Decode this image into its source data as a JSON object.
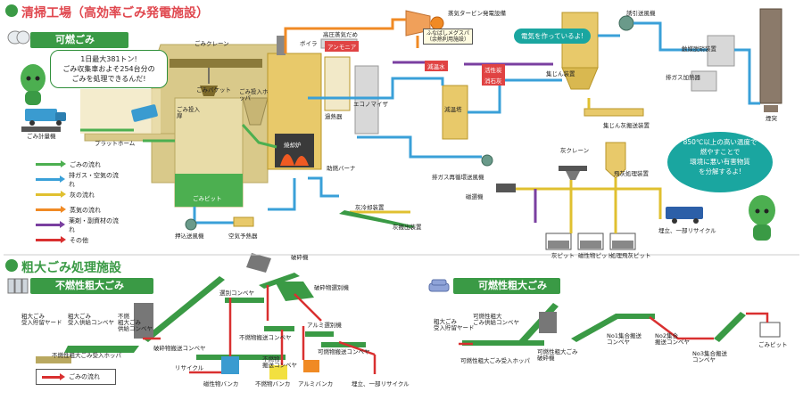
{
  "colors": {
    "accent": "#e0484f",
    "section_green": "#3a9a45",
    "flow_green": "#4caf50",
    "flow_blue": "#3aa0d8",
    "flow_yellow": "#e0c030",
    "flow_orange": "#f08a24",
    "flow_purple": "#7a3fa0",
    "flow_red": "#d93030",
    "building": "#d9c98a"
  },
  "header": {
    "title": "清掃工場（高効率ごみ発電施設）"
  },
  "burnable": {
    "section_label": "可燃ごみ",
    "mascot_bubble": "1日最大381トン!\nごみ収集車およそ254台分の\nごみを処理できるんだ!",
    "labels": {
      "truck_scale": "ごみ計量機",
      "platform": "プラットホーム",
      "crane": "ごみクレーン",
      "bucket": "ごみバケット",
      "input_door": "ごみ投入扉",
      "hopper": "ごみ投入ホッパ",
      "pit": "ごみピット",
      "forced_fan": "押込送風機",
      "air_preheater": "空気予熱器",
      "hp_steam_drum": "高圧蒸気だめ",
      "boiler": "ボイラ",
      "ammonia": "アンモニア",
      "superheater": "過熱器",
      "economizer": "エコノマイザ",
      "furnace": "焼却炉",
      "aux_burner": "助燃バーナ",
      "ash_cooler": "灰冷却装置",
      "ash_conveyor": "灰搬出装置",
      "steam_turbine": "蒸気タービン発電設備",
      "funabashi": "ふなばしメグスパ\n（余熱利用施設）",
      "reduction_tank": "減温水",
      "reduction_tower": "減温塔",
      "activated_carbon": "活性炭",
      "slaked_lime": "消石灰",
      "bag_filter": "集じん装置",
      "induced_fan": "誘引送風機",
      "catalyst": "触媒脱硝装置",
      "gas_heater": "排ガス加熱器",
      "chimney": "煙突",
      "dust_conveyor": "集じん灰搬送装置",
      "recirc_fan": "排ガス再循環送風機",
      "ash_crane": "灰クレーン",
      "fly_ash_unit": "飛灰処理装置",
      "magnet": "磁選機",
      "ash_pit": "灰ピット",
      "magnetic_pit": "磁性物ピット",
      "fly_ash_pit": "処理飛灰ピット",
      "landfill": "埋立、一部リサイクル",
      "generating": "電気を作っているよ!",
      "high_temp": "850℃以上の高い温度で\n燃やすことで\n環境に悪い有害物質\nを分解するよ!"
    }
  },
  "legend": {
    "items": [
      {
        "label": "ごみの流れ",
        "color": "#4caf50"
      },
      {
        "label": "排ガス・空気の流れ",
        "color": "#3aa0d8"
      },
      {
        "label": "灰の流れ",
        "color": "#e0c030"
      },
      {
        "label": "蒸気の流れ",
        "color": "#f08a24"
      },
      {
        "label": "薬剤・副資材の流れ",
        "color": "#7a3fa0"
      },
      {
        "label": "その他",
        "color": "#d93030"
      }
    ]
  },
  "bulky": {
    "title": "粗大ごみ処理施設",
    "noncombustible_label": "不燃性粗大ごみ",
    "combustible_label": "可燃性粗大ごみ",
    "legend_label": "ごみの流れ",
    "labels": {
      "yard": "粗大ごみ\n受入貯留ヤード",
      "receiving_conveyor": "粗大ごみ\n受入供給コンベヤ",
      "noncomb_hopper": "不燃性粗大ごみ受入ホッパ",
      "bulky_conveyor": "不燃\n粗大ごみ\n供給コンベヤ",
      "crushed_conveyor": "破砕物搬送コンベヤ",
      "selection_conveyor": "選別コンベヤ",
      "crusher": "破砕物選別機",
      "crushing": "破砕機",
      "magnetic_bunker": "磁性物バンカ",
      "recycle": "リサイクル",
      "nonburn_bunker": "不燃物バンカ",
      "nonburn_conveyor": "不燃物搬送コンベヤ",
      "nonburn_conveyor2": "不燃物\n搬送コンベヤ",
      "aluminum_sorter": "アルミ選別機",
      "flammable_conveyor": "可燃物搬送コンベヤ",
      "aluminum_bunker": "アルミバンカ",
      "landfill2": "埋立、一部リサイクル",
      "comb_yard": "粗大ごみ\n受入貯留ヤード",
      "comb_supply": "可燃性粗大\nごみ供給コンベヤ",
      "comb_hopper": "可燃性粗大ごみ受入ホッパ",
      "no1": "No1集合搬送\nコンベヤ",
      "no2": "No2集合\n搬送コンベヤ",
      "no3": "No3集合搬送\nコンベヤ",
      "comb_crusher": "可燃性粗大ごみ\n破砕機",
      "garbage_pit": "ごみピット"
    }
  }
}
